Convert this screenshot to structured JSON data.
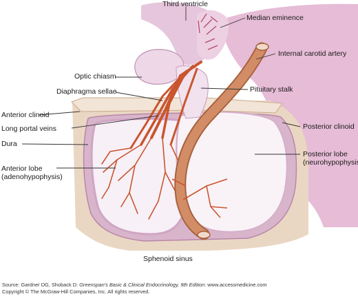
{
  "labels": {
    "third_ventricle": "Third ventricle",
    "median_eminence": "Median eminence",
    "internal_carotid_artery": "Internal carotid artery",
    "optic_chiasm": "Optic chiasm",
    "pituitary_stalk": "Pituitary stalk",
    "diaphragma_sellae": "Diaphragma sellae",
    "anterior_clinoid": "Anterior clinoid",
    "posterior_clinoid": "Posterior clinoid",
    "long_portal_veins": "Long portal veins",
    "dura": "Dura",
    "posterior_lobe": "Posterior lobe\n(neurohypophysis)",
    "anterior_lobe": "Anterior lobe\n(adenohypophysis)",
    "sphenoid_sinus": "Sphenoid sinus"
  },
  "source": {
    "prefix": "Source: Gardner DG, Shoback D: ",
    "book_title": "Greenspan's Basic & Clinical Endocrinology, 9th Edition",
    "suffix": ": www.accessmedicine.com",
    "copyright": "Copyright © The McGraw-Hill Companies, Inc. All rights reserved."
  },
  "colors": {
    "brain_pink": "#e6bcd6",
    "gland_fill": "#f7f0f6",
    "gland_edge": "#cfa5c4",
    "bone_tan": "#ead7c3",
    "vessel": "#c9552f",
    "artery": "#d28c66",
    "leader": "#333333"
  }
}
